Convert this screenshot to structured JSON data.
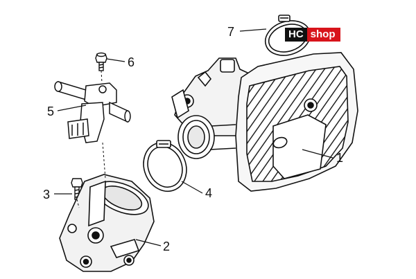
{
  "logo": {
    "part1": "HC",
    "part2": "shop",
    "accent": "#d8141b",
    "dark": "#111111"
  },
  "callouts": [
    {
      "id": "1",
      "label": "1"
    },
    {
      "id": "2",
      "label": "2"
    },
    {
      "id": "3",
      "label": "3"
    },
    {
      "id": "4",
      "label": "4"
    },
    {
      "id": "5",
      "label": "5"
    },
    {
      "id": "6",
      "label": "6"
    },
    {
      "id": "7",
      "label": "7"
    }
  ],
  "parts": [
    {
      "id": "throttle-body",
      "callout": "1"
    },
    {
      "id": "intake-manifold",
      "callout": "2"
    },
    {
      "id": "manifold-screw",
      "callout": "3"
    },
    {
      "id": "hose-clamp-lower",
      "callout": "4"
    },
    {
      "id": "fuel-injector",
      "callout": "5"
    },
    {
      "id": "injector-screw",
      "callout": "6"
    },
    {
      "id": "hose-clamp-upper",
      "callout": "7"
    }
  ]
}
